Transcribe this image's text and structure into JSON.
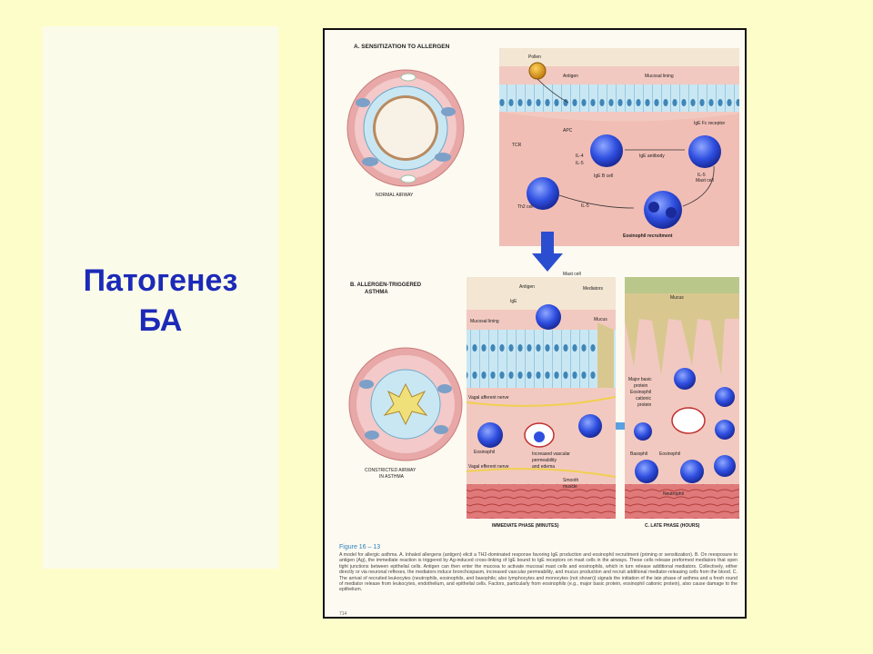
{
  "slide": {
    "title_line1": "Патогенез",
    "title_line2": "БА",
    "title_color": "#1c2ab8",
    "background_color": "#fdfdc9"
  },
  "figure": {
    "panel_a": {
      "heading": "A. SENSITIZATION TO ALLERGEN",
      "normal_airway_label": "NORMAL AIRWAY",
      "labels": {
        "pollen": "Pollen",
        "antigen": "Antigen",
        "mucosal_lining": "Mucosal lining",
        "apc": "APC",
        "tcr": "TCR",
        "il4": "IL-4",
        "il5": "IL-5",
        "ige_b_cell": "IgE B cell",
        "ige_antibody": "IgE antibody",
        "ige_fc_receptor": "IgE Fc receptor",
        "il5_b": "IL-5",
        "mast_cell": "Mast cell",
        "th2_cell": "Th2 cell",
        "il5_c": "IL-5",
        "eosinophil_recruitment": "Eosinophil recruitment"
      }
    },
    "panel_b": {
      "heading_line1": "B. ALLERGEN-TRIGGERED",
      "heading_line2": "ASTHMA",
      "constricted_line1": "CONSTRICTED AIRWAY",
      "constricted_line2": "IN ASTHMA",
      "labels": {
        "antigen": "Antigen",
        "mast_cell": "Mast cell",
        "ige": "IgE",
        "mediators": "Mediators",
        "mucosal_lining": "Mucosal lining",
        "mucus": "Mucus",
        "vagal_afferent_nerve": "Vagal afferent nerve",
        "eosinophil": "Eosinophil",
        "increased_vascular": "Increased vascular",
        "permeability": "permeability",
        "and_edema": "and edema",
        "vagal_efferent_nerve": "Vagal efferent nerve",
        "smooth": "Smooth",
        "muscle": "muscle"
      },
      "phase_label": "IMMEDIATE PHASE (MINUTES)"
    },
    "panel_c": {
      "phase_label": "C. LATE PHASE (HOURS)",
      "labels": {
        "mucus": "Mucus",
        "major_basic": "Major basic",
        "protein": "protein",
        "eosinophil": "Eosinophil",
        "cationic": "cationic",
        "protein_b": "protein",
        "basophil": "Basophil",
        "eosinophil_b": "Eosinophil",
        "neutrophil": "Neutrophil"
      }
    },
    "figure_number": "Figure 16 – 13",
    "caption": "A model for allergic asthma. A. Inhaled allergens (antigen) elicit a TH2-dominated response favoring IgE production and eosinophil recruitment (priming or sensitization). B. On reexposure to antigen (Ag), the immediate reaction is triggered by Ag-induced cross-linking of IgE bound to IgE receptors on mast cells in the airways. These cells release preformed mediators that open tight junctions between epithelial cells. Antigen can then enter the mucosa to activate mucosal mast cells and eosinophils, which in turn release additional mediators. Collectively, either directly or via neuronal reflexes, the mediators induce bronchospasm, increased vascular permeability, and mucus production and recruit additional mediator-releasing cells from the blood. C. The arrival of recruited leukocytes (neutrophils, eosinophils, and basophils; also lymphocytes and monocytes (not shown)) signals the initiation of the late phase of asthma and a fresh round of mediator release from leukocytes, endothelium, and epithelial cells. Factors, particularly from eosinophils (e.g., major basic protein, eosinophil cationic protein), also cause damage to the epithelium.",
    "page_number": "714"
  }
}
